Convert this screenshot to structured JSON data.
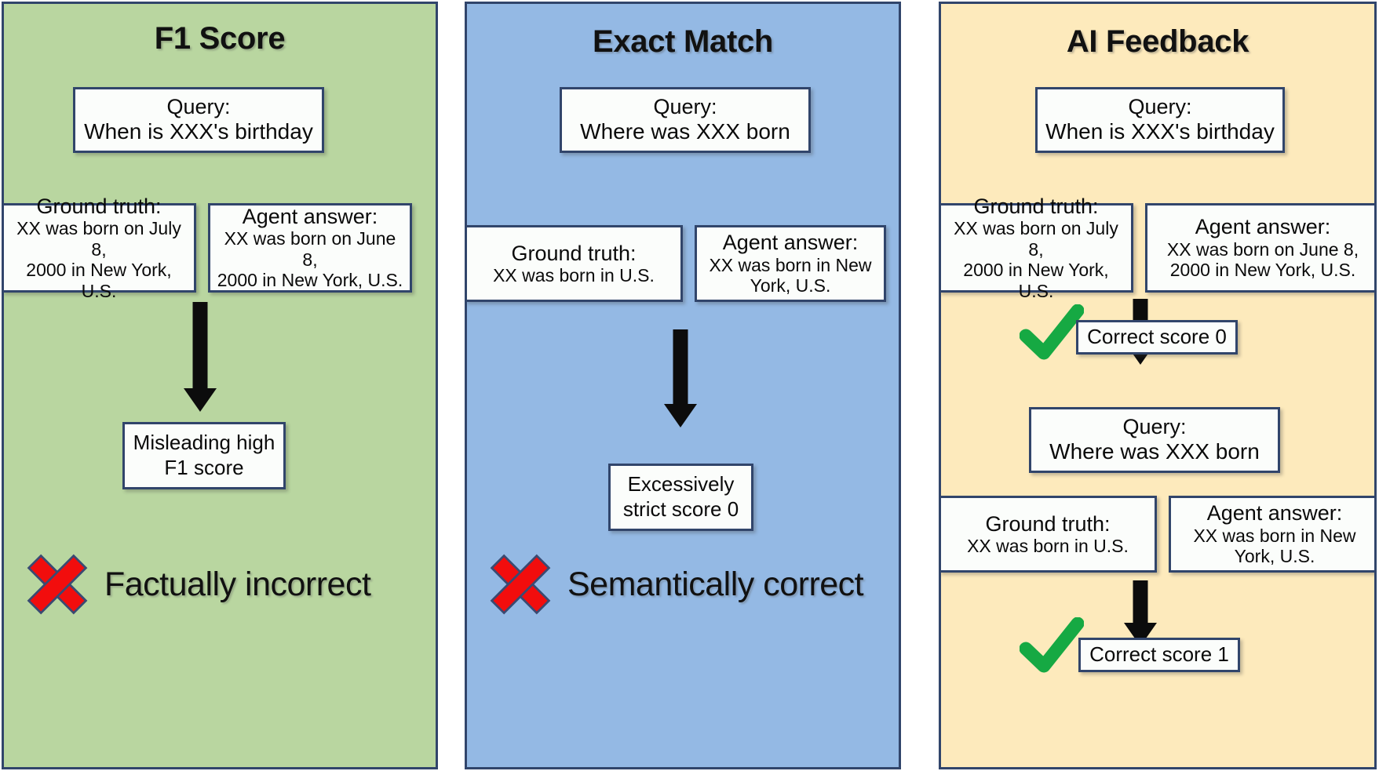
{
  "figure": {
    "type": "diagram",
    "description": "Three-panel comparison of answer-evaluation metrics"
  },
  "colors": {
    "panel_green": "#b9d6a0",
    "panel_blue": "#94b9e4",
    "panel_yellow": "#fdeabc",
    "border_navy": "#31456b",
    "box_white": "#fbfdfb",
    "x_red": "#f20d0d",
    "check_green": "#16a943",
    "arrow_black": "#0c0c0c"
  },
  "panels": [
    {
      "id": "f1-score",
      "title": "F1 Score",
      "query": {
        "label": "Query:",
        "text": "When is XXX's birthday"
      },
      "ground_truth": {
        "label": "Ground truth:",
        "text_line1": "XX was born on July 8,",
        "text_line2": "2000 in New York, U.S."
      },
      "agent_answer": {
        "label": "Agent answer:",
        "text_line1": "XX was born on June 8,",
        "text_line2": "2000 in New York, U.S."
      },
      "result": {
        "line1": "Misleading high",
        "line2": "F1 score"
      },
      "verdict": {
        "icon": "x-mark-icon",
        "text": "Factually incorrect"
      }
    },
    {
      "id": "exact-match",
      "title": "Exact Match",
      "query": {
        "label": "Query:",
        "text": "Where was XXX born"
      },
      "ground_truth": {
        "label": "Ground truth:",
        "text_line1": "XX was born in U.S.",
        "text_line2": ""
      },
      "agent_answer": {
        "label": "Agent answer:",
        "text_line1": "XX was born in New",
        "text_line2": "York, U.S."
      },
      "result": {
        "line1": "Excessively",
        "line2": "strict score 0"
      },
      "verdict": {
        "icon": "x-mark-icon",
        "text": "Semantically correct"
      }
    },
    {
      "id": "ai-feedback",
      "title": "AI Feedback",
      "case_a": {
        "query": {
          "label": "Query:",
          "text": "When is XXX's birthday"
        },
        "ground_truth": {
          "label": "Ground truth:",
          "text_line1": "XX was born on July 8,",
          "text_line2": "2000 in New York, U.S."
        },
        "agent_answer": {
          "label": "Agent answer:",
          "text_line1": "XX was born on June 8,",
          "text_line2": "2000 in New York, U.S."
        },
        "result": "Correct score 0",
        "verdict_icon": "check-mark-icon"
      },
      "case_b": {
        "query": {
          "label": "Query:",
          "text": "Where was XXX born"
        },
        "ground_truth": {
          "label": "Ground truth:",
          "text_line1": "XX was born in U.S.",
          "text_line2": ""
        },
        "agent_answer": {
          "label": "Agent answer:",
          "text_line1": "XX was born in New",
          "text_line2": "York, U.S."
        },
        "result": "Correct score 1",
        "verdict_icon": "check-mark-icon"
      }
    }
  ]
}
